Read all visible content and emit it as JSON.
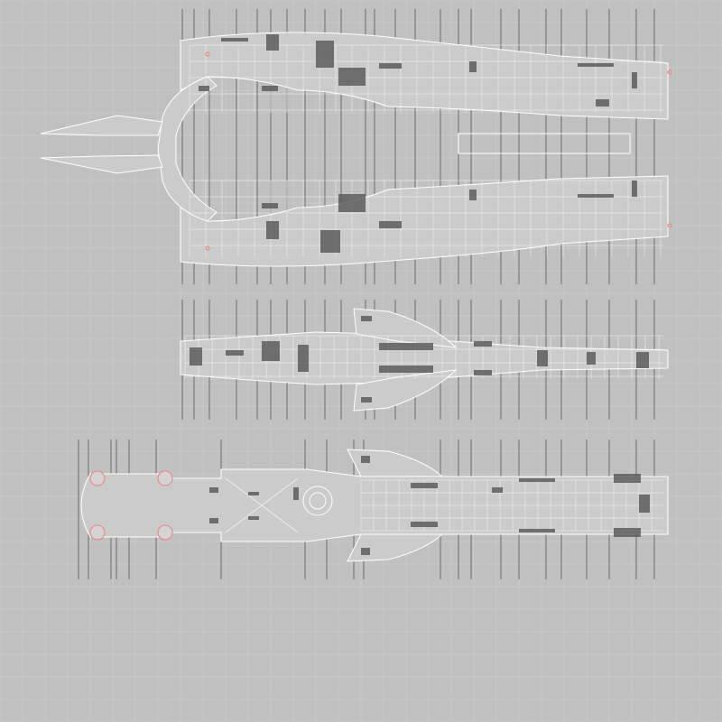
{
  "colors": {
    "background": "#c0c0c0",
    "grid": "#c9c9c9",
    "hull_line": "#ffffff",
    "hull_fill": "#cbcbcb",
    "reference_line": "#333333",
    "marker": "#f08080",
    "detail": "#555555"
  },
  "views": [
    {
      "name": "top-view-two-hulls"
    },
    {
      "name": "side-view-upper"
    },
    {
      "name": "side-view-lower"
    }
  ]
}
